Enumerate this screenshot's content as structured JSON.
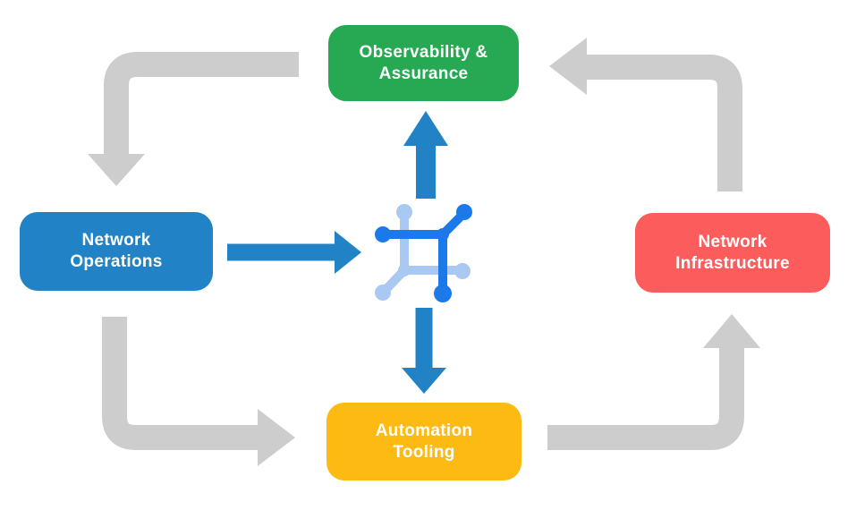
{
  "colors": {
    "background": "#ffffff",
    "text": "#ffffff",
    "node_green": "#27a853",
    "node_blue": "#2183c5",
    "node_red": "#fc5c5c",
    "node_yellow": "#fcba12",
    "arrow_gray": "#cdcdcd",
    "arrow_blue": "#2183c5",
    "icon_dark_blue": "#1b79e9",
    "icon_light_blue": "#a9c9f3"
  },
  "nodes": [
    {
      "id": "observability-assurance",
      "lines": [
        "Observability &",
        "Assurance"
      ]
    },
    {
      "id": "network-operations",
      "lines": [
        "Network",
        "Operations"
      ]
    },
    {
      "id": "network-infrastructure",
      "lines": [
        "Network",
        "Infrastructure"
      ]
    },
    {
      "id": "automation-tooling",
      "lines": [
        "Automation",
        "Tooling"
      ]
    }
  ],
  "arrows": [
    {
      "id": "observability-to-operations",
      "from": "observability-assurance",
      "to": "network-operations",
      "style": "cycle-gray"
    },
    {
      "id": "operations-to-tooling",
      "from": "network-operations",
      "to": "automation-tooling",
      "style": "cycle-gray"
    },
    {
      "id": "tooling-to-infrastructure",
      "from": "automation-tooling",
      "to": "network-infrastructure",
      "style": "cycle-gray"
    },
    {
      "id": "infrastructure-to-observability",
      "from": "network-infrastructure",
      "to": "observability-assurance",
      "style": "cycle-gray"
    },
    {
      "id": "operations-to-center",
      "from": "network-operations",
      "to": "center-icon",
      "style": "blue"
    },
    {
      "id": "center-to-observability",
      "from": "center-icon",
      "to": "observability-assurance",
      "style": "blue"
    },
    {
      "id": "center-to-tooling",
      "from": "center-icon",
      "to": "automation-tooling",
      "style": "blue"
    }
  ],
  "center_icon": "network-automation-icon"
}
